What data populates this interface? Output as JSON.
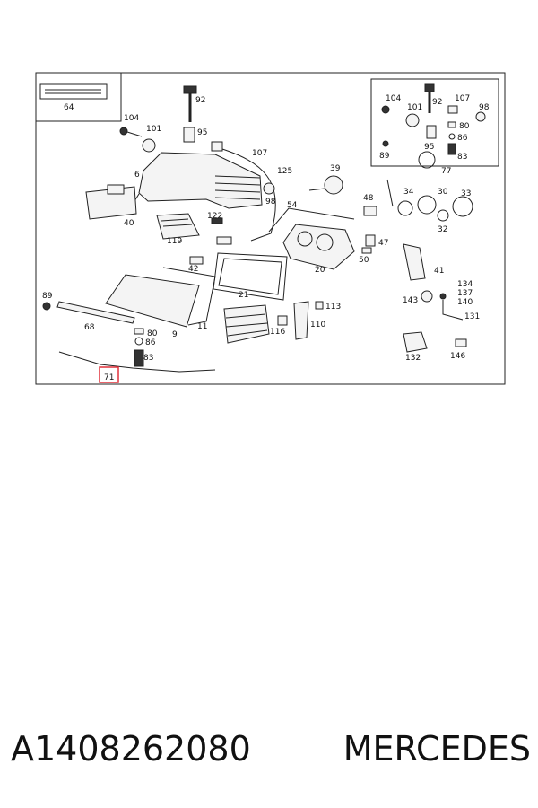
{
  "diagram": {
    "labels": {
      "p64": "64",
      "p92": "92",
      "p104": "104",
      "p101": "101",
      "p95": "95",
      "p107": "107",
      "p6": "6",
      "p125": "125",
      "p39": "39",
      "p98": "98",
      "p40": "40",
      "p122": "122",
      "p119": "119",
      "p54": "54",
      "p48": "48",
      "p34": "34",
      "p30": "30",
      "p33": "33",
      "p32": "32",
      "p47": "47",
      "p50": "50",
      "p20": "20",
      "p42": "42",
      "p21": "21",
      "p41": "41",
      "p89": "89",
      "p68": "68",
      "p9": "9",
      "p11": "11",
      "p113": "113",
      "p110": "110",
      "p116": "116",
      "p143": "143",
      "p134": "134",
      "p137": "137",
      "p140": "140",
      "p131": "131",
      "p80": "80",
      "p86": "86",
      "p83": "83",
      "p71": "71",
      "p132": "132",
      "p146": "146",
      "i104": "104",
      "i92": "92",
      "i107": "107",
      "i98": "98",
      "i101": "101",
      "i80": "80",
      "i86": "86",
      "i95": "95",
      "i89": "89",
      "i83": "83",
      "i77": "77"
    }
  },
  "caption": {
    "part_number": "A1408262080",
    "brand": "MERCEDES"
  },
  "colors": {
    "highlight": "#e0303a",
    "ink": "#222222"
  }
}
